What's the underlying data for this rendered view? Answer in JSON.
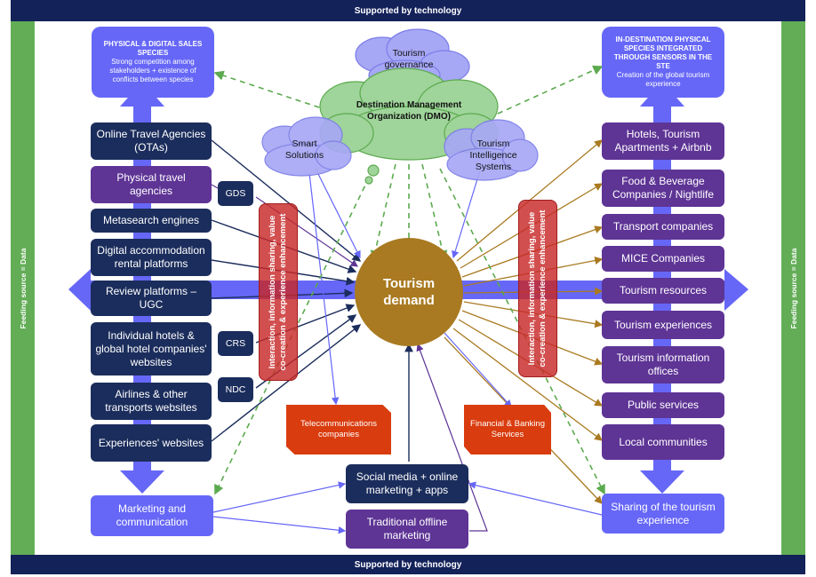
{
  "frame": {
    "top_bar": "Supported by technology",
    "bottom_bar": "Supported by technology",
    "left_side": "Feeding source = Data",
    "right_side": "Feeding source = Data"
  },
  "top_boxes": {
    "left": {
      "title": "PHYSICAL & DIGITAL SALES SPECIES",
      "body": "Strong competition among stakeholders + existence of conflicts between species"
    },
    "right": {
      "title": "IN-DESTINATION PHYSICAL SPECIES INTEGRATED THROUGH SENSORS IN THE STE",
      "body": "Creation of the global tourism experience"
    }
  },
  "clouds": {
    "governance": "Tourism governance",
    "dmo": "Destination Management Organization (DMO)",
    "smart": "Smart Solutions",
    "intelligence": "Tourism Intelligence Systems"
  },
  "center": {
    "label": "Tourism demand"
  },
  "left_column": [
    {
      "label": "Online Travel Agencies (OTAs)",
      "style": "navy"
    },
    {
      "label": "Physical travel agencies",
      "style": "purple"
    },
    {
      "label": "Metasearch engines",
      "style": "navy"
    },
    {
      "label": "Digital accommodation rental platforms",
      "style": "navy"
    },
    {
      "label": "Review platforms – UGC",
      "style": "navy"
    },
    {
      "label": "Individual hotels & global hotel companies' websites",
      "style": "navy"
    },
    {
      "label": "Airlines & other transports websites",
      "style": "navy"
    },
    {
      "label": "Experiences' websites",
      "style": "navy"
    }
  ],
  "left_tags": [
    "GDS",
    "CRS",
    "NDC"
  ],
  "right_column": [
    {
      "label": "Hotels, Tourism Apartments + Airbnb"
    },
    {
      "label": "Food & Beverage Companies / Nightlife"
    },
    {
      "label": "Transport companies"
    },
    {
      "label": "MICE Companies"
    },
    {
      "label": "Tourism resources"
    },
    {
      "label": "Tourism experiences"
    },
    {
      "label": "Tourism information offices"
    },
    {
      "label": "Public services"
    },
    {
      "label": "Local communities"
    }
  ],
  "bands": {
    "left": "Interaction, information sharing, value co-creation & experience enhancement",
    "right": "Interaction, information sharing, value co-creation & experience enhancement"
  },
  "orange_boxes": {
    "telecom": "Telecommunications companies",
    "financial": "Financial & Banking Services"
  },
  "bottom": {
    "marketing": "Marketing and communication",
    "social": "Social media + online marketing + apps",
    "traditional": "Traditional offline marketing",
    "sharing": "Sharing of the tourism experience"
  },
  "colors": {
    "navy": "#1b2d5c",
    "purple": "#5e3495",
    "blue": "#6667f7",
    "green": "#63ad57",
    "demand": "#a97a21",
    "red": "#c82828",
    "orange": "#d93c0e",
    "dark_bar": "#14225a"
  }
}
